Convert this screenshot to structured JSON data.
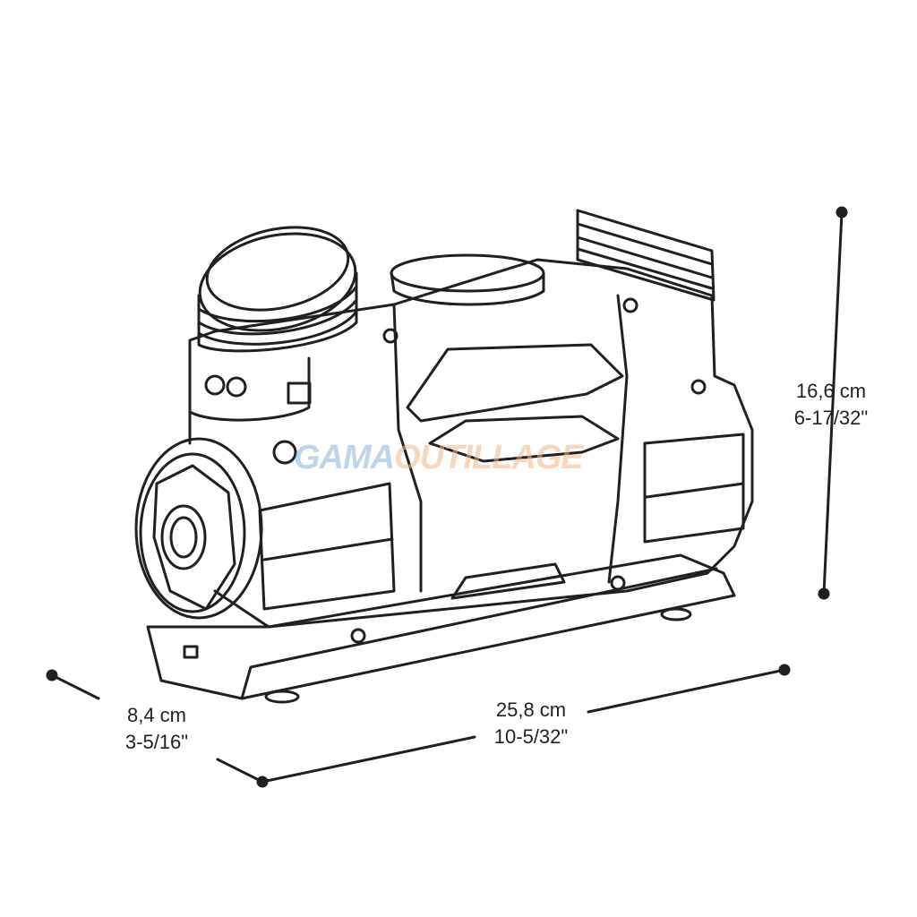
{
  "dimensions": {
    "height": {
      "metric": "16,6 cm",
      "imperial": "6-17/32\""
    },
    "length": {
      "metric": "25,8 cm",
      "imperial": "10-5/32\""
    },
    "depth": {
      "metric": "8,4 cm",
      "imperial": "3-5/16\""
    }
  },
  "watermark": {
    "part1": "GAMA",
    "part2": "OUTILLAGE"
  },
  "colors": {
    "line": "#231f20",
    "watermark_blue": "#8fb3d9",
    "watermark_orange": "#f2b98a"
  }
}
